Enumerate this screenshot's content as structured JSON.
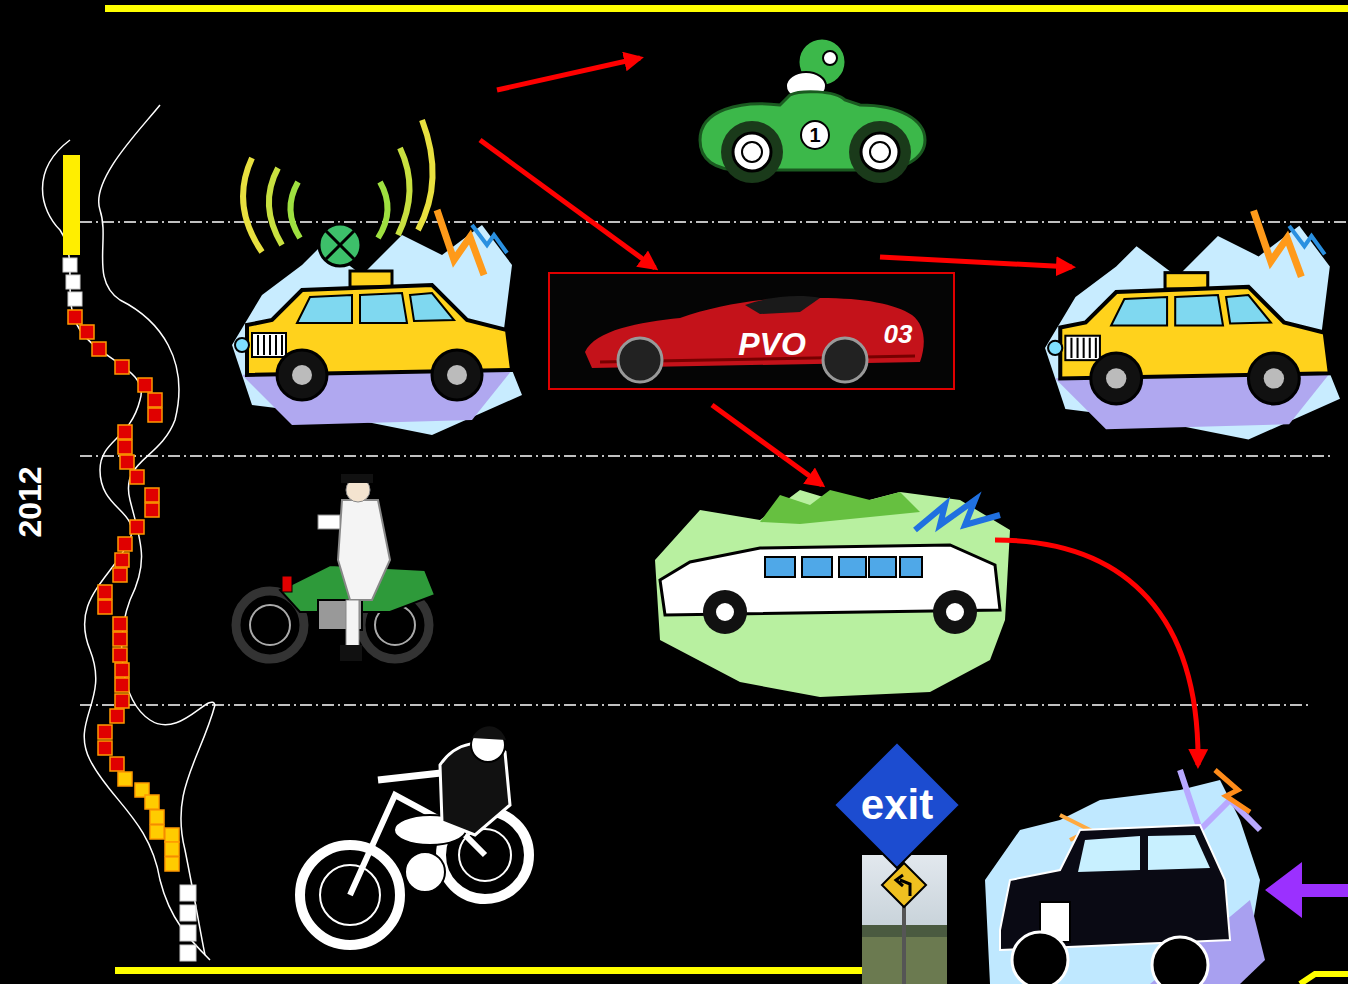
{
  "diagram": {
    "nodes": [
      {
        "text": [
          "exit"
        ]
      }
    ],
    "labels": [
      "2012",
      "1",
      "PVO",
      "03"
    ]
  }
}
